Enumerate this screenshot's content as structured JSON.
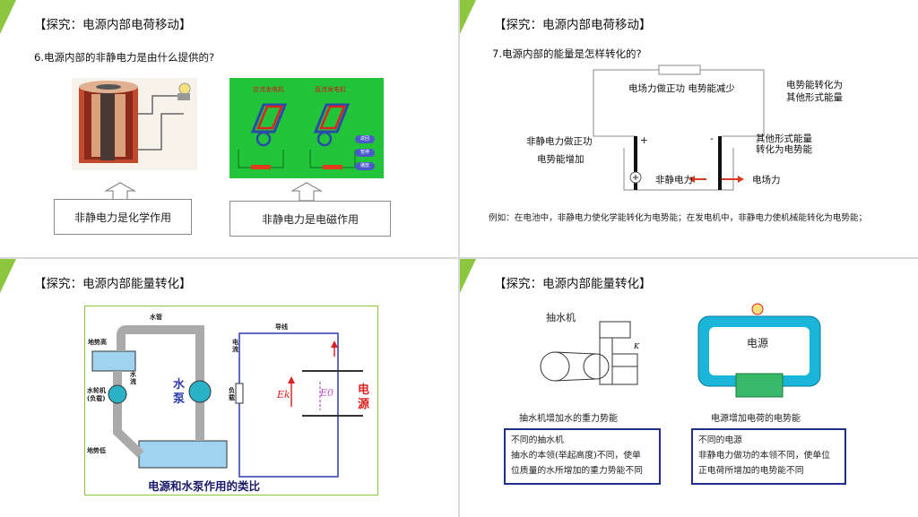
{
  "slide1": {
    "title": "【探究：电源内部电荷移动】",
    "question": "6.电源内部的非静电力是由什么提供的?",
    "generator_label_1": "交流发电机",
    "generator_label_2": "直流发电机",
    "buttons": [
      "返回",
      "暂停",
      "播放"
    ],
    "box_chemical": "非静电力是化学作用",
    "box_magnetic": "非静电力是电磁作用"
  },
  "slide2": {
    "title": "【探究：电源内部电荷移动】",
    "question": "7.电源内部的能量是怎样转化的?",
    "outer_label": "电场力做正功 电势能减少",
    "right_top": [
      "电势能转化为",
      "其他形式能量"
    ],
    "left_mid": [
      "非静电力做正功",
      "电势能增加"
    ],
    "right_mid": [
      "其他形式能量",
      "转化为电势能"
    ],
    "plus": "+",
    "minus": "-",
    "nonstatic_force": "非静电力",
    "field_force": "电场力",
    "example": "例如：在电池中，非静电力使化学能转化为电势能；在发电机中，非静电力使机械能转化为电势能；"
  },
  "slide3": {
    "title": "【探究：电源内部能量转化】",
    "water_pipe": "水管",
    "high_potential": "地势高",
    "water_flow": "水流",
    "wheel": "水轮机(负载)",
    "pump": "水泵",
    "low_potential": "地势低",
    "wire": "导线",
    "current": "电流",
    "load": "负载",
    "ek": "Ek",
    "e0": "E0",
    "source": "电源",
    "caption": "电源和水泵作用的类比"
  },
  "slide4": {
    "title": "【探究：电源内部能量转化】",
    "pump_label": "抽水机",
    "k_label": "K",
    "source_label": "电源",
    "caption_left": "抽水机增加水的重力势能",
    "caption_right": "电源增加电荷的电势能",
    "box_left": [
      "不同的抽水机",
      "抽水的本领(举起高度)不同，使单",
      "位质量的水所增加的重力势能不同"
    ],
    "box_right": [
      "不同的电源",
      "非静电力做功的本领不同，使单位",
      "正电荷所增加的电势能不同"
    ]
  },
  "colors": {
    "accent_green": "#8dc63f",
    "navy": "#1f2f8f"
  }
}
